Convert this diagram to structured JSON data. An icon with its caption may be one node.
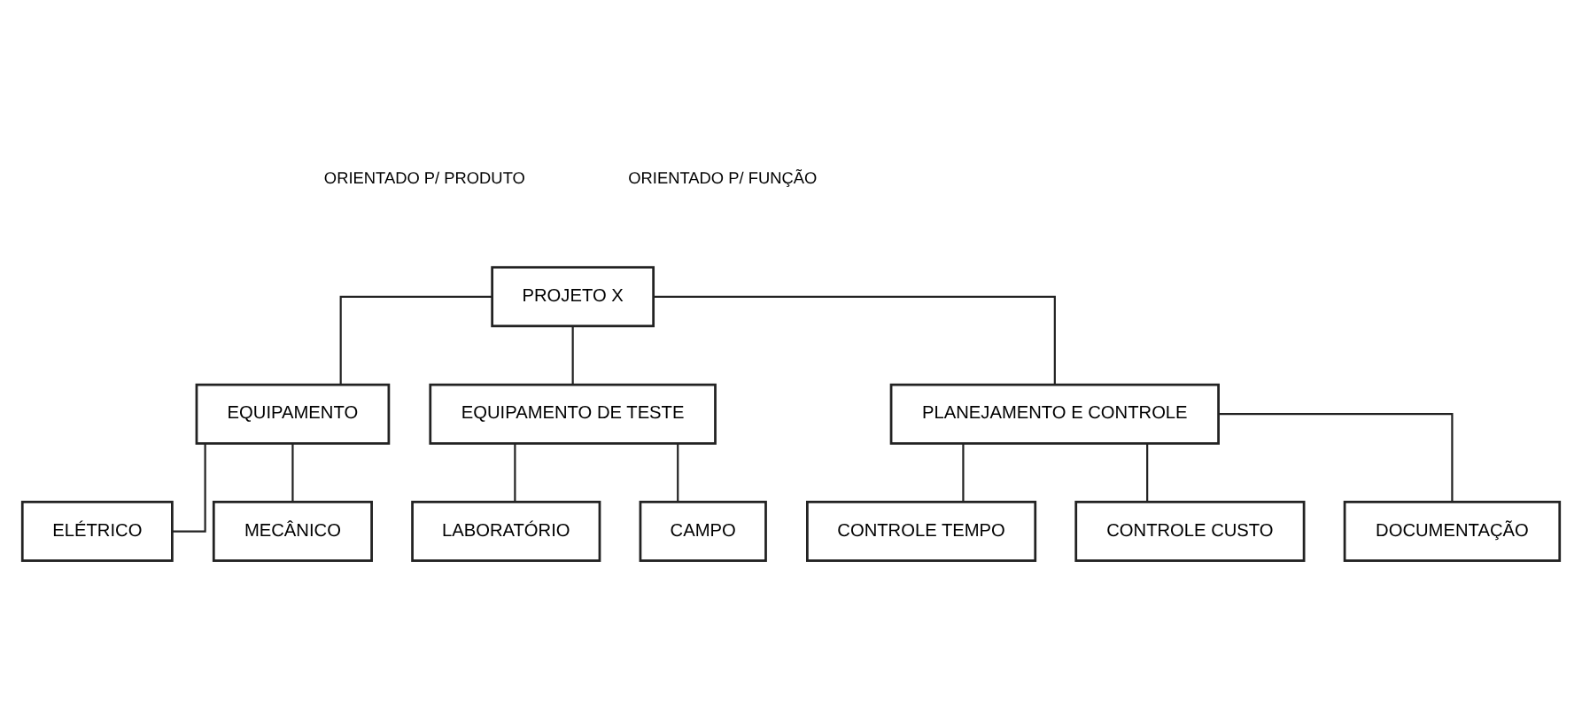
{
  "diagram": {
    "nodes": [
      {
        "text": [
          "PROJETO X"
        ]
      },
      {
        "text": [
          "EQUIPAMENTO"
        ]
      },
      {
        "text": [
          "EQUIPAMENTO DE TESTE"
        ]
      },
      {
        "text": [
          "PLANEJAMENTO E CONTROLE"
        ]
      },
      {
        "text": [
          "ELÉTRICO"
        ]
      },
      {
        "text": [
          "MECÂNICO"
        ]
      },
      {
        "text": [
          "CONTROLE TEMPO"
        ]
      },
      {
        "text": [
          "CONTROLE CUSTO"
        ]
      },
      {
        "text": [
          "DOCUMENTAÇÃO"
        ]
      },
      {
        "text": [
          "LABORATÓRIO"
        ]
      },
      {
        "text": [
          "CAMPO"
        ]
      }
    ],
    "edges": [
      {
        "from": 0,
        "to": 1,
        "arrow": "none"
      },
      {
        "from": 0,
        "to": 2,
        "arrow": "none"
      },
      {
        "from": 0,
        "to": 3,
        "arrow": "none"
      },
      {
        "from": 1,
        "to": 4,
        "arrow": "none"
      },
      {
        "from": 1,
        "to": 5,
        "arrow": "none"
      },
      {
        "from": 3,
        "to": 6,
        "arrow": "none"
      },
      {
        "from": 3,
        "to": 7,
        "arrow": "none"
      },
      {
        "from": 3,
        "to": 8,
        "arrow": "none"
      },
      {
        "from": 2,
        "to": 9,
        "arrow": "none"
      },
      {
        "from": 2,
        "to": 10,
        "arrow": "none"
      }
    ],
    "labels": [
      "ORIENTADO P/ PRODUTO",
      "ORIENTADO P/ FUNÇÃO"
    ]
  }
}
